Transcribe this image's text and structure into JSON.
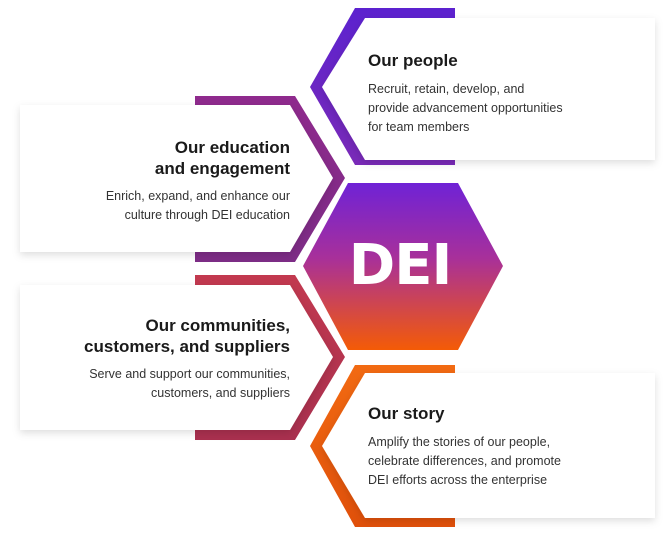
{
  "center": {
    "label": "DEI"
  },
  "colors": {
    "people": "#6c2bd9",
    "education": "#8d2e8f",
    "communities": "#b8344f",
    "story": "#e8570e",
    "hex_top": "#6f22d6",
    "hex_bottom": "#f45b06"
  },
  "cards": {
    "people": {
      "title": "Our people",
      "description": "Recruit, retain, develop, and\nprovide advancement opportunities\nfor team members"
    },
    "education": {
      "title": "Our education\nand engagement",
      "description": "Enrich, expand, and enhance our\nculture through DEI education"
    },
    "communities": {
      "title": "Our communities,\ncustomers, and suppliers",
      "description": "Serve and support our communities,\ncustomers, and suppliers"
    },
    "story": {
      "title": "Our story",
      "description": "Amplify the stories of our people,\ncelebrate differences, and promote\nDEI efforts across the enterprise"
    }
  }
}
